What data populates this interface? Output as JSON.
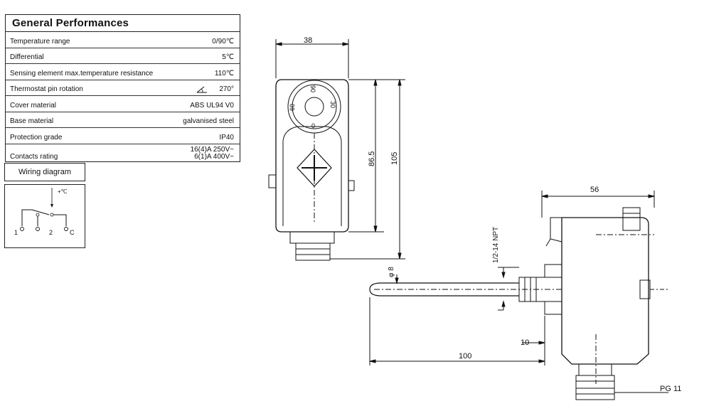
{
  "performance_table": {
    "title": "General  Performances",
    "rows": [
      {
        "label": "Temperature range",
        "value": "0/90℃"
      },
      {
        "label": "Differential",
        "value": "5℃"
      },
      {
        "label": "Sensing element max.temperature resistance",
        "value": "110℃"
      },
      {
        "label": "Thermostat pin rotation",
        "value": "270°"
      },
      {
        "label": "Cover material",
        "value": "ABS UL94 V0"
      },
      {
        "label": "Base material",
        "value": "galvanised steel"
      },
      {
        "label": "Protection grade",
        "value": "IP40"
      },
      {
        "label": "Contacts rating",
        "value": "16(4)A 250V~\n6(1)A 400V~"
      }
    ]
  },
  "wiring_diagram": {
    "title": "Wiring diagram",
    "temp_label": "+℃",
    "terminals": [
      "1",
      "2",
      "C"
    ]
  },
  "front_view": {
    "dim_width": "38",
    "dim_height_inner": "86.5",
    "dim_height_total": "105",
    "dial_labels": [
      "60",
      "90",
      "30",
      "0"
    ]
  },
  "side_view": {
    "dim_width": "56",
    "dim_thread": "1/2-14 NPT",
    "dim_diameter": "φ 8",
    "dim_offset": "10",
    "dim_length": "100",
    "dim_gland": "PG  11"
  }
}
